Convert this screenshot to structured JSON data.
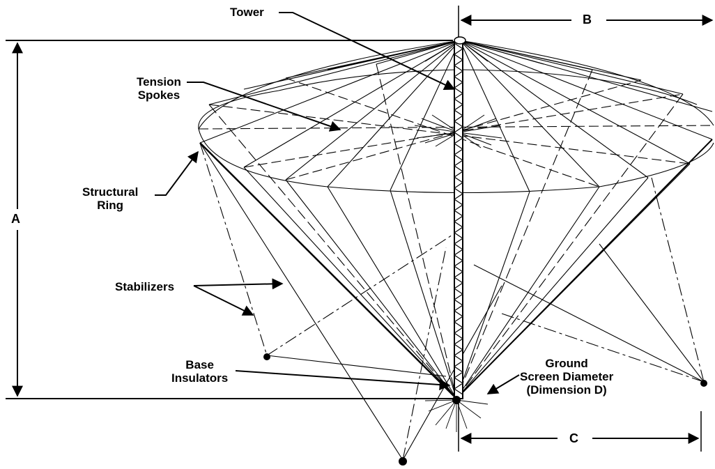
{
  "labels": {
    "tower": "Tower",
    "tension_spokes_1": "Tension",
    "tension_spokes_2": "Spokes",
    "structural_ring_1": "Structural",
    "structural_ring_2": "Ring",
    "stabilizers": "Stabilizers",
    "base_insulators_1": "Base",
    "base_insulators_2": "Insulators",
    "ground_screen_1": "Ground",
    "ground_screen_2": "Screen Diameter",
    "ground_screen_3": "(Dimension D)"
  },
  "dimensions": {
    "a": "A",
    "b": "B",
    "c": "C"
  }
}
